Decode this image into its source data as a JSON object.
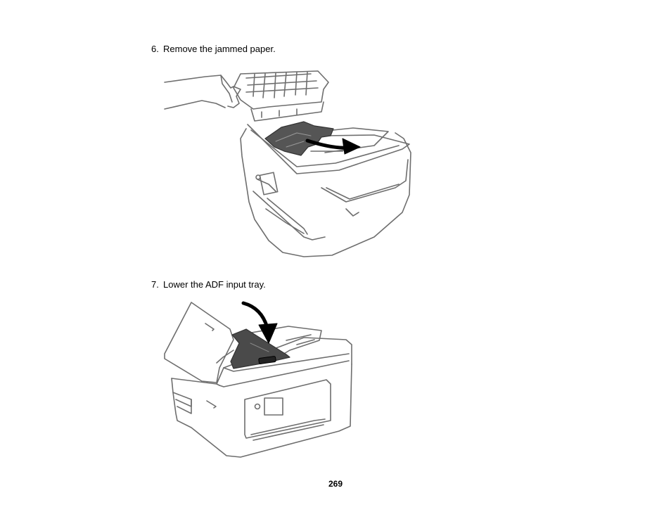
{
  "steps": [
    {
      "number": "6.",
      "text": "Remove the jammed paper."
    },
    {
      "number": "7.",
      "text": "Lower the ADF input tray."
    }
  ],
  "figures": [
    {
      "icon": "remove-jammed-paper-illustration"
    },
    {
      "icon": "lower-adf-tray-illustration"
    }
  ],
  "page_number": "269",
  "colors": {
    "line": "#6e6e6e",
    "paper_jam": "#555555",
    "tray": "#4a4a4a",
    "arrow": "#000000"
  }
}
